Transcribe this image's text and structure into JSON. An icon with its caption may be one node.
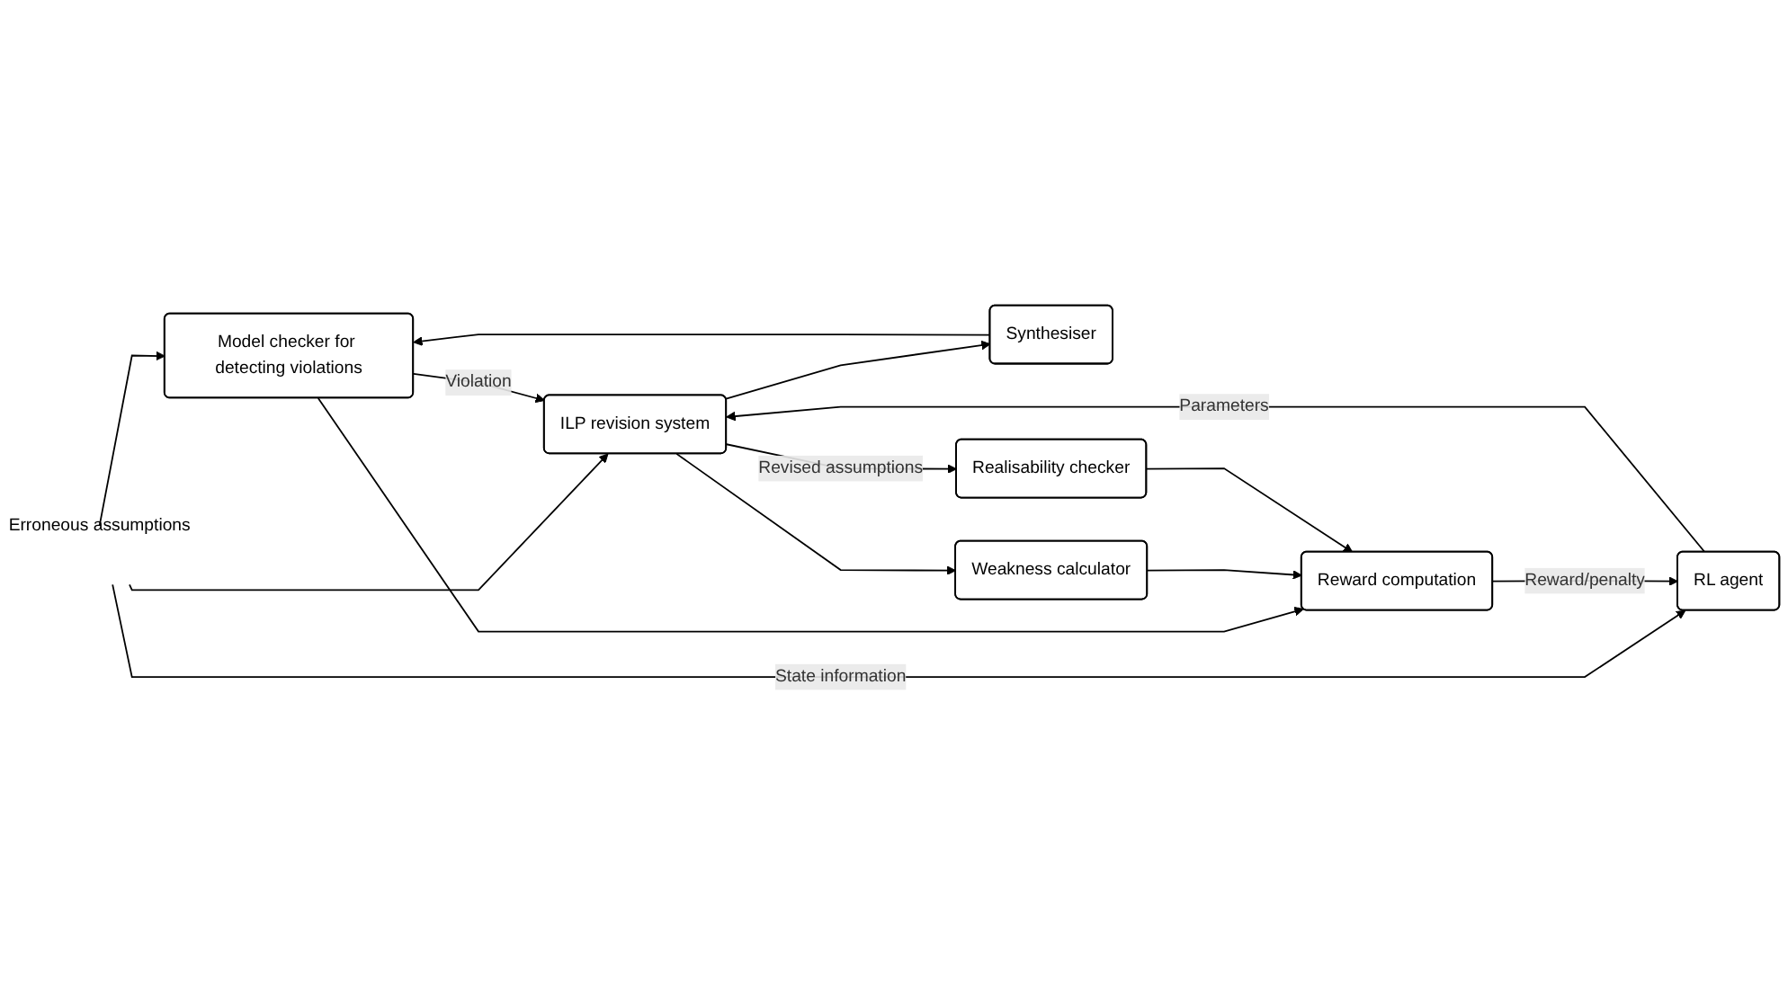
{
  "diagram": {
    "nodes": [
      {
        "text": [
          "Model checker for detecting violations"
        ]
      },
      {
        "text": [
          "Synthesiser"
        ]
      },
      {
        "text": [
          "Weakness calculator"
        ]
      },
      {
        "text": [
          "Erroneous assumptions"
        ]
      },
      {
        "text": [
          "ILP revision system"
        ]
      },
      {
        "text": [
          "Reward computation"
        ]
      },
      {
        "text": [
          "Realisability checker"
        ]
      },
      {
        "text": [
          "RL agent"
        ]
      }
    ],
    "edges": [
      {
        "from": 3,
        "to": 0,
        "arrow": "to"
      },
      {
        "from": 3,
        "to": 4,
        "arrow": "to"
      },
      {
        "from": 3,
        "to": 7,
        "arrow": "to",
        "label": "State information"
      },
      {
        "from": 0,
        "to": 4,
        "arrow": "to",
        "label": "Violation"
      },
      {
        "from": 1,
        "to": 0,
        "arrow": "to"
      },
      {
        "from": 4,
        "to": 1,
        "arrow": "to"
      },
      {
        "from": 4,
        "to": 2,
        "arrow": "to"
      },
      {
        "from": 4,
        "to": 6,
        "arrow": "to",
        "label": "Revised assumptions"
      },
      {
        "from": 0,
        "to": 5,
        "arrow": "to"
      },
      {
        "from": 2,
        "to": 5,
        "arrow": "to"
      },
      {
        "from": 6,
        "to": 5,
        "arrow": "to"
      },
      {
        "from": 5,
        "to": 7,
        "arrow": "to",
        "label": "Reward/penalty"
      },
      {
        "from": 7,
        "to": 4,
        "arrow": "to",
        "label": "Parameters"
      }
    ]
  }
}
